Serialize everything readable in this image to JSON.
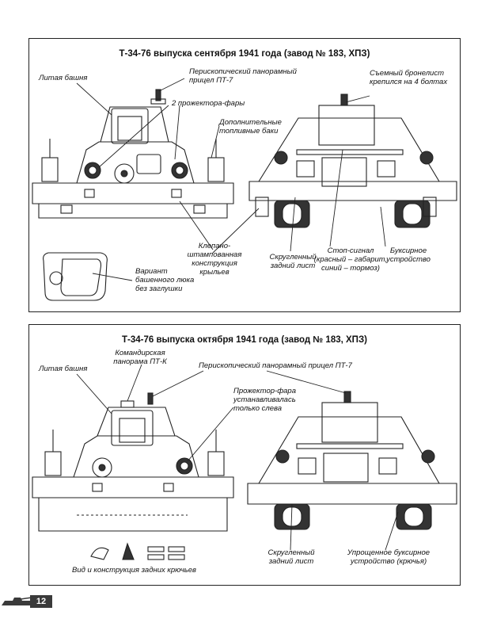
{
  "panel1": {
    "title": "Т-34-76 выпуска сентября 1941 года (завод № 183, ХПЗ)",
    "labels": {
      "cast_turret": "Литая башня",
      "periscope": "Перископический панорамный прицел ПТ-7",
      "headlights": "2 прожектора-фары",
      "armor_plate": "Съемный бронелист крепился на 4 болтах",
      "fuel_tanks": "Дополнительные топливные баки",
      "fenders": "Клепано-штампованная конструкция крыльев",
      "rounded_sheet": "Скругленный задний лист",
      "stop_signal": "Стоп-сигнал (красный – габарит, синий – тормоз)",
      "towing": "Буксирное устройство",
      "hatch_variant": "Вариант башенного люка без заглушки"
    }
  },
  "panel2": {
    "title": "Т-34-76 выпуска октября 1941 года (завод № 183, ХПЗ)",
    "labels": {
      "cast_turret": "Литая башня",
      "commander_panorama": "Командирская панорама ПТ-К",
      "periscope": "Перископический панорамный прицел ПТ-7",
      "headlight_left": "Прожектор-фара устанавливалась только слева",
      "rounded_sheet": "Скругленный задний лист",
      "simple_towing": "Упрощенное буксирное устройство (крючья)",
      "hooks": "Вид и конструкция задних крючьев"
    }
  },
  "page": {
    "number": "12"
  }
}
